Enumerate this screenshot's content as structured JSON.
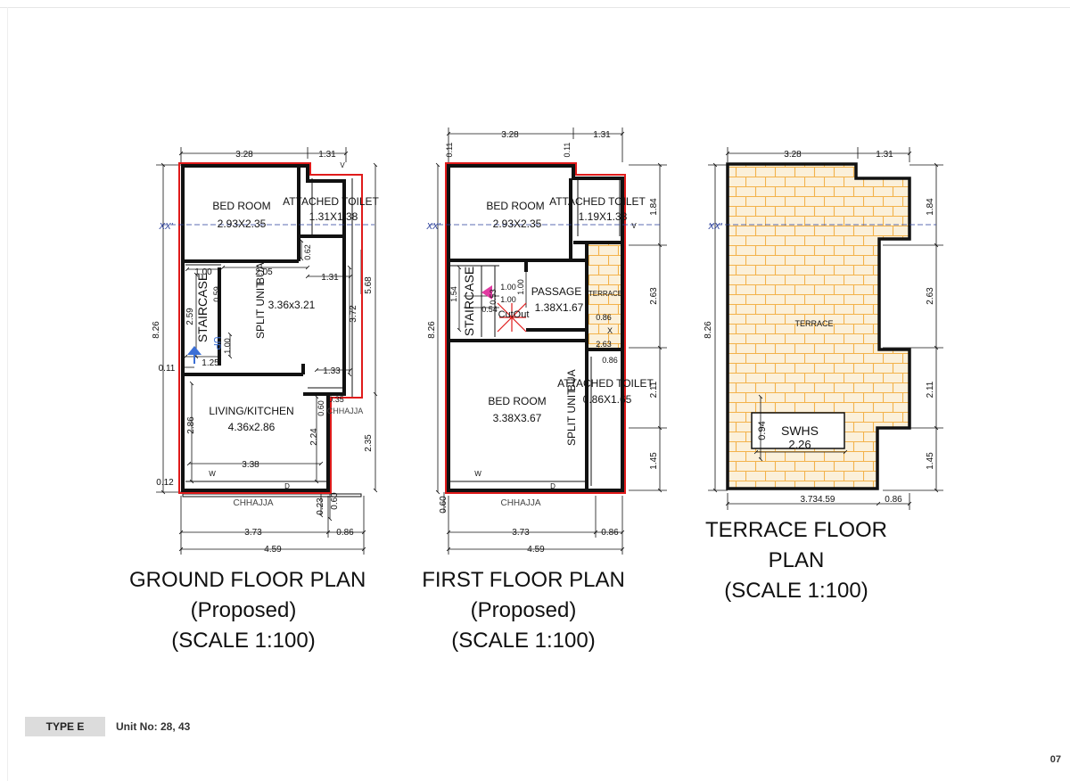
{
  "ground": {
    "dims": {
      "top_a": "3.28",
      "top_b": "1.31",
      "left_total": "8.26",
      "right_upper": "5.68",
      "right_lower": "2.35",
      "bot_a": "3.73",
      "bot_b": "0.86",
      "bot_total": "4.59",
      "d059": "0.59",
      "d062": "0.62",
      "d100": "1.00",
      "d205": "2.05",
      "d131": "1.31",
      "d259": "2.59",
      "d372": "3.72",
      "d100b": "1.00",
      "d125": "1.25",
      "d011": "0.11",
      "d133": "1.33",
      "d035": "0.35",
      "d060": "0.60",
      "d286": "2.86",
      "d224": "2.24",
      "d338": "3.38",
      "d012": "0.12",
      "d023": "0.23",
      "d060b": "0.60"
    },
    "labels": {
      "bedroom": "BED ROOM",
      "bedroom_size": "2.93X2.35",
      "toilet": "ATTACHED TOILET",
      "toilet_size": "1.31X1.38",
      "staircase": "STAIRCASE",
      "split": "SPLIT UNIT",
      "bua": "BUA",
      "bua_size": "3.36x3.21",
      "up": "UP",
      "living": "LIVING/KITCHEN",
      "living_size": "4.36x2.86",
      "chhajja": "CHHAJJA",
      "chhajja_side": "CHHAJJA",
      "xx": "XX'",
      "v": "V",
      "w": "W",
      "d": "D"
    },
    "title": [
      "GROUND FLOOR PLAN",
      "(Proposed)",
      "(SCALE 1:100)"
    ]
  },
  "first": {
    "dims": {
      "top_a": "3.28",
      "top_b": "1.31",
      "d011a": "0.11",
      "d011b": "0.11",
      "left_total": "8.26",
      "r184": "1.84",
      "r263": "2.63",
      "r211": "2.11",
      "r145": "1.45",
      "bot_a": "3.73",
      "bot_b": "0.86",
      "bot_total": "4.59",
      "d060": "0.60",
      "d154": "1.54",
      "d054": "0.54",
      "d100a": "1.00",
      "d100b": "1.00",
      "d100c": "1.00",
      "d053": "0.53",
      "t086": "0.86",
      "t263": "2.63",
      "t086b": "0.86"
    },
    "labels": {
      "bedroom": "BED ROOM",
      "bedroom_size": "2.93X2.35",
      "toilet": "ATTACHED TOILET",
      "toilet_size": "1.19X1.38",
      "staircase": "STAIRCASE",
      "passage": "PASSAGE",
      "passage_size": "1.38X1.67",
      "cutout": "CutOut",
      "terrace": "TERRACE",
      "x": "X",
      "bedroom2": "BED ROOM",
      "bedroom2_size": "3.38X3.67",
      "toilet2": "ATTACHED TOILET",
      "toilet2_size": "0.86X1.65",
      "split": "SPLIT UNIT",
      "bua": "BUA",
      "chhajja": "CHHAJJA",
      "xx": "XX'",
      "v": "V",
      "w": "W",
      "d": "D"
    },
    "title": [
      "FIRST FLOOR PLAN",
      "(Proposed)",
      "(SCALE 1:100)"
    ]
  },
  "terrace": {
    "dims": {
      "top_a": "3.28",
      "top_b": "1.31",
      "left_total": "8.26",
      "r184": "1.84",
      "r263": "2.63",
      "r211": "2.11",
      "r145": "1.45",
      "bot_a": "3.734.59",
      "bot_b": "0.86",
      "swhs_h": "0.94",
      "swhs_w": "2.26"
    },
    "labels": {
      "terrace": "TERRACE",
      "swhs": "SWHS",
      "xx": "XX'"
    },
    "title": [
      "TERRACE FLOOR",
      "PLAN",
      "(SCALE 1:100)"
    ]
  },
  "footer": {
    "type": "TYPE E",
    "unit": "Unit No: 28, 43",
    "page": "07"
  },
  "colors": {
    "wall": "#111111",
    "red": "#e01b1b",
    "tile_fill": "#fbf0da",
    "tile_line": "#f3b24a",
    "blue": "#2a3f9a"
  }
}
